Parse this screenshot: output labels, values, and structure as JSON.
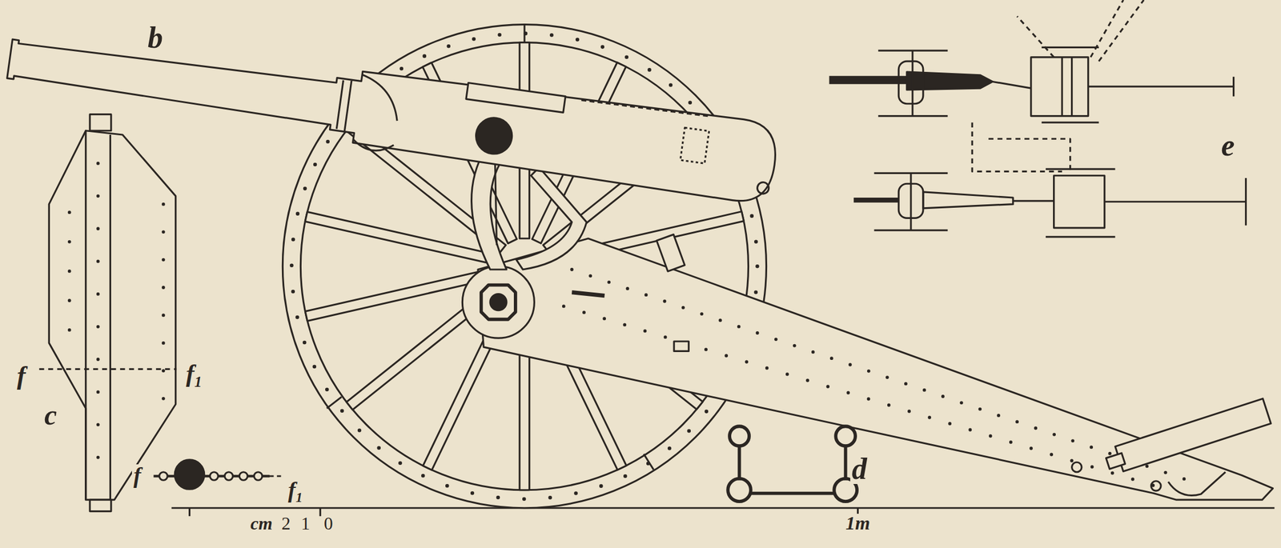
{
  "diagram": {
    "labels": [
      "b",
      "e",
      "f",
      "f₁",
      "c",
      "f",
      "f₁",
      "d",
      "cm",
      "2",
      "1",
      "0",
      "1m"
    ]
  }
}
